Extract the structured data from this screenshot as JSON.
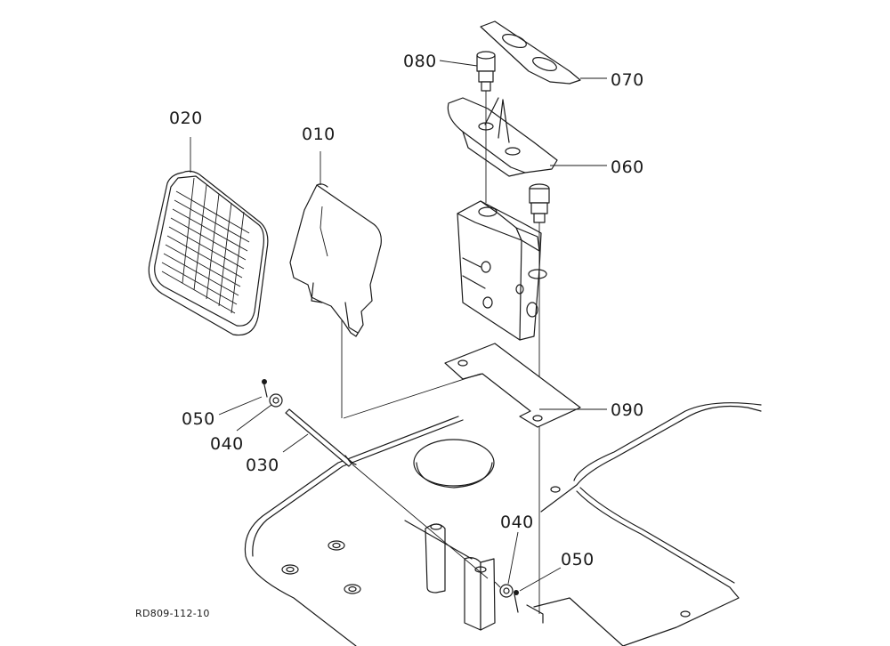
{
  "parts": [
    {
      "id": "p020",
      "number": "020"
    },
    {
      "id": "p010",
      "number": "010"
    },
    {
      "id": "p080",
      "number": "080"
    },
    {
      "id": "p070",
      "number": "070"
    },
    {
      "id": "p060",
      "number": "060"
    },
    {
      "id": "p090",
      "number": "090"
    },
    {
      "id": "p050a",
      "number": "050"
    },
    {
      "id": "p040a",
      "number": "040"
    },
    {
      "id": "p030",
      "number": "030"
    },
    {
      "id": "p040b",
      "number": "040"
    },
    {
      "id": "p050b",
      "number": "050"
    }
  ],
  "drawing_code": "RD809-112-10"
}
